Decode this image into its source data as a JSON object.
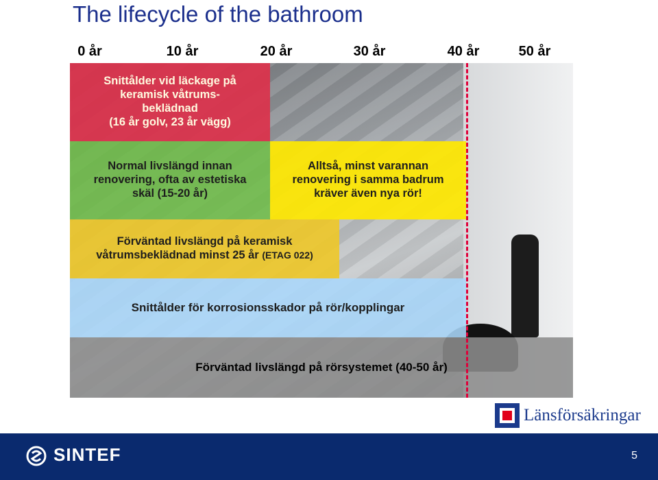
{
  "title": "The lifecycle of the bathroom",
  "timeline": {
    "ticks": [
      "0 år",
      "10 år",
      "20 år",
      "30 år",
      "40 år",
      "50 år"
    ]
  },
  "boxes": {
    "red": {
      "line1": "Snittålder vid läckage på",
      "line2": "keramisk våtrums-",
      "line3": "beklädnad",
      "line4": "(16 år golv, 23 år vägg)"
    },
    "green": {
      "line1": "Normal livslängd innan",
      "line2": "renovering, ofta av estetiska",
      "line3": "skäl (15-20 år)"
    },
    "yellow": {
      "line1": "Alltså, minst varannan",
      "line2": "renovering i samma badrum",
      "line3": "kräver även nya rör!"
    },
    "orange": {
      "line1": "Förväntad livslängd på keramisk",
      "line2": "våtrumsbeklädnad minst 25 år",
      "line2_small": "(ETAG 022)"
    },
    "blue": {
      "text": "Snittålder för korrosionsskador på rör/kopplingar"
    },
    "grey": {
      "text": "Förväntad livslängd på rörsystemet  (40-50 år)"
    }
  },
  "logos": {
    "lansforsakringar": "Länsförsäkringar",
    "sintef": "SINTEF"
  },
  "page_number": "5",
  "colors": {
    "title": "#1b2f8c",
    "red_box": "#dc324b",
    "green_box": "#6ebe46",
    "yellow_box": "#ffe800",
    "orange_box": "#eec828",
    "blue_box": "#aad7fa",
    "grey_box": "#8c8c8c",
    "dash_line": "#e0003a",
    "footer": "#0a2a6e"
  }
}
